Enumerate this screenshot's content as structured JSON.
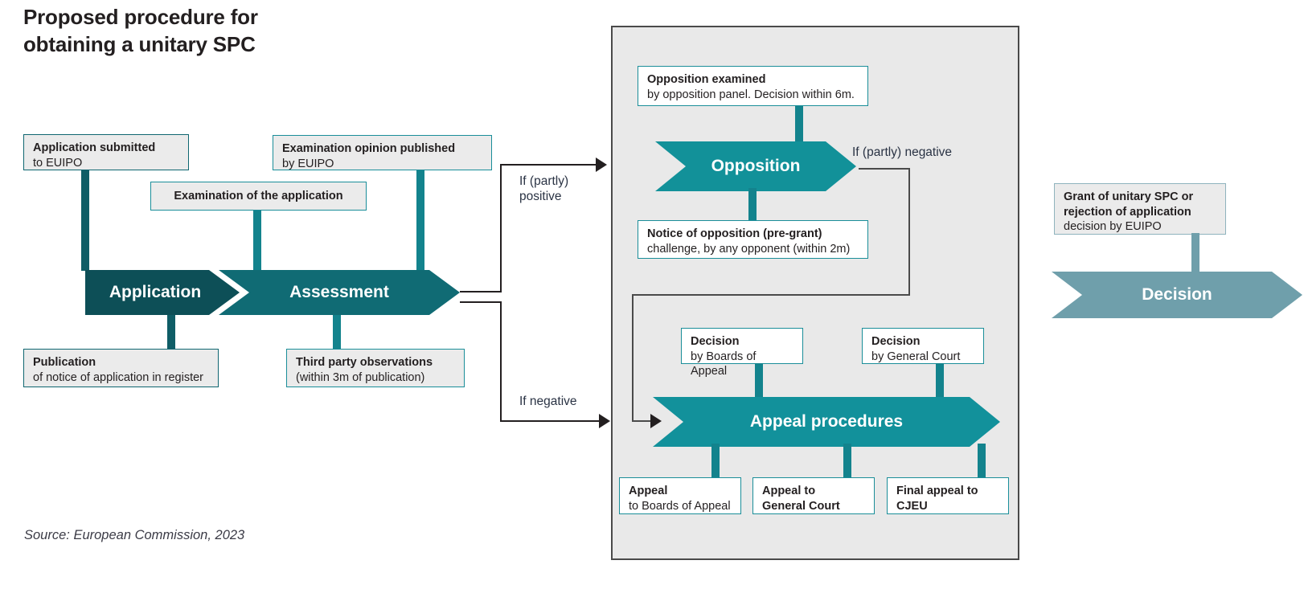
{
  "page": {
    "title": "Proposed procedure for\nobtaining a unitary SPC",
    "source": "Source: European Commission, 2023"
  },
  "colors": {
    "application_chevron": "#0d4f57",
    "assessment_chevron": "#106b74",
    "opposition_chevron": "#129199",
    "appeal_chevron": "#12919b",
    "decision_chevron": "#6f9fab",
    "box_border_teal": "#1a8e99",
    "box_border_dark_teal": "#0f6670",
    "box_border_grey": "#8fb3bd",
    "box_fill": "#ebebeb",
    "panel_fill": "#e9e9e9",
    "panel_border": "#4a4a4a",
    "line": "#231f20",
    "text": "#231f20",
    "branch_label_text": "#2a3344"
  },
  "stages": {
    "application": {
      "label": "Application"
    },
    "assessment": {
      "label": "Assessment"
    },
    "opposition": {
      "label": "Opposition"
    },
    "appeal": {
      "label": "Appeal procedures"
    },
    "decision": {
      "label": "Decision"
    }
  },
  "left_boxes": {
    "application_submitted": {
      "title": "Application submitted",
      "subtitle": "to EUIPO"
    },
    "examination_of_application": {
      "title": "Examination of the application",
      "subtitle": ""
    },
    "examination_opinion": {
      "title": "Examination opinion published",
      "subtitle": "by EUIPO"
    },
    "publication": {
      "title": "Publication",
      "subtitle": "of notice of application in register"
    },
    "third_party_observations": {
      "title": "Third party observations",
      "subtitle": "(within 3m of publication)"
    }
  },
  "panel_boxes": {
    "opposition_examined": {
      "title": "Opposition examined",
      "subtitle": "by opposition panel. Decision within 6m."
    },
    "notice_of_opposition": {
      "title": "Notice of opposition (pre-grant)",
      "subtitle": "challenge, by any opponent (within 2m)"
    },
    "decision_boards_of_appeal": {
      "title": "Decision",
      "subtitle": "by Boards of Appeal"
    },
    "decision_general_court": {
      "title": "Decision",
      "subtitle": "by General Court"
    },
    "appeal_boards_of_appeal": {
      "title": "Appeal",
      "subtitle": "to Boards of Appeal"
    },
    "appeal_general_court": {
      "title": "Appeal to",
      "subtitle": "General Court"
    },
    "final_appeal_cjeu": {
      "title": "Final appeal to",
      "subtitle": "CJEU"
    }
  },
  "right_boxes": {
    "grant_or_rejection": {
      "title": "Grant of unitary SPC or\nrejection of application",
      "subtitle": "decision by EUIPO"
    }
  },
  "branch_labels": {
    "if_partly_positive": "If (partly)\npositive",
    "if_negative": "If negative",
    "if_partly_negative": "If (partly) negative"
  }
}
